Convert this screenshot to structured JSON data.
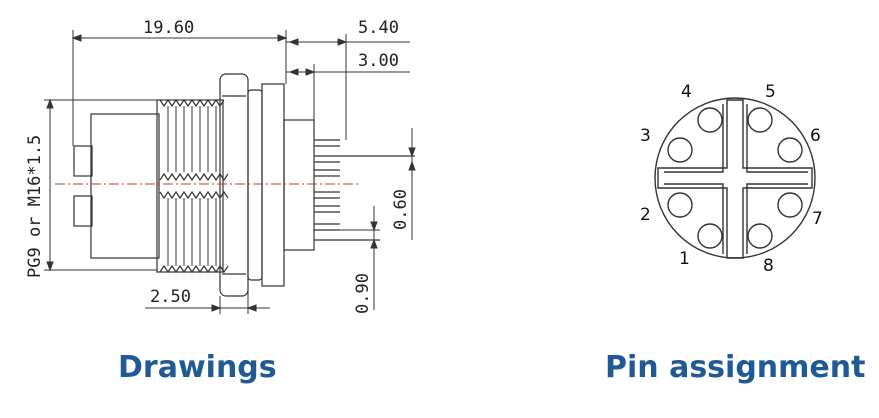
{
  "drawing": {
    "dimensions": {
      "overall_length": "19.60",
      "tail_length": "5.40",
      "pin_length": "3.00",
      "thread_spec": "PG9 or M16*1.5",
      "pin_pitch": "0.60",
      "pin_thickness": "0.90",
      "flange_thickness": "2.50"
    }
  },
  "pinout": {
    "pins": [
      "1",
      "2",
      "3",
      "4",
      "5",
      "6",
      "7",
      "8"
    ]
  },
  "captions": {
    "left": "Drawings",
    "right": "Pin assignment"
  }
}
